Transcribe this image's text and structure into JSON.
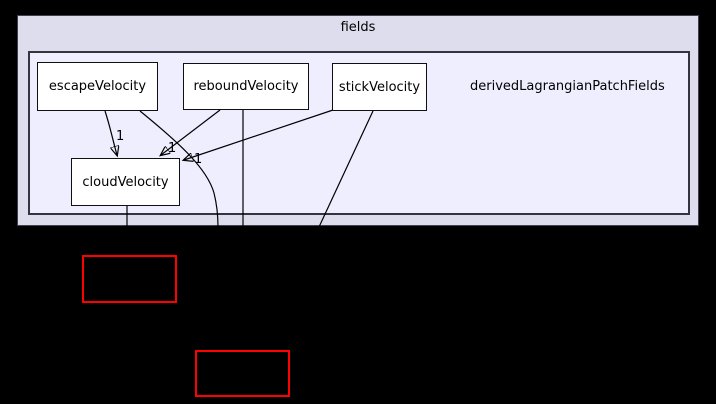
{
  "graph": {
    "outer_cluster": {
      "label": "fields",
      "fill": "#ddddee"
    },
    "inner_cluster": {
      "label": "derivedLagrangianPatchFields",
      "fill": "#eeeeff"
    },
    "nodes": [
      {
        "id": "escapeVelocity",
        "label": "escapeVelocity"
      },
      {
        "id": "reboundVelocity",
        "label": "reboundVelocity"
      },
      {
        "id": "stickVelocity",
        "label": "stickVelocity"
      },
      {
        "id": "cloudVelocity",
        "label": "cloudVelocity"
      }
    ],
    "truncated_nodes": [
      {
        "id": "external-dir-1",
        "label": "",
        "border_color": "#ff0000"
      },
      {
        "id": "external-dir-2",
        "label": "",
        "border_color": "#ff0000"
      }
    ],
    "edges": [
      {
        "from": "escapeVelocity",
        "to": "cloudVelocity",
        "label": "1"
      },
      {
        "from": "reboundVelocity",
        "to": "cloudVelocity",
        "label": "1"
      },
      {
        "from": "stickVelocity",
        "to": "cloudVelocity",
        "label": "1"
      },
      {
        "from": "escapeVelocity",
        "to": "external-dir",
        "label": ""
      },
      {
        "from": "reboundVelocity",
        "to": "external-dir",
        "label": ""
      },
      {
        "from": "stickVelocity",
        "to": "external-dir",
        "label": ""
      },
      {
        "from": "cloudVelocity",
        "to": "external-dir",
        "label": ""
      }
    ],
    "colors": {
      "page_background": "#000000",
      "node_fill": "#ffffff",
      "node_border": "#101010",
      "truncated_border": "#ff0000",
      "edge_color": "#000000"
    }
  }
}
